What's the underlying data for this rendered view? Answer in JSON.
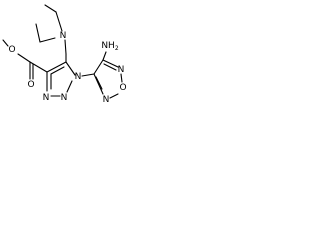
{
  "diagram": {
    "type": "chemical-structure",
    "atom_labels": {
      "amino": "NH",
      "amino_subscript": "2",
      "amine_n": "N",
      "ester_o_single": "O",
      "ester_o_double": "O",
      "triazole_n1": "N",
      "triazole_n2": "N",
      "triazole_n3": "N",
      "oxadiazole_n_top": "N",
      "oxadiazole_o": "O",
      "oxadiazole_n_bottom": "N"
    }
  }
}
